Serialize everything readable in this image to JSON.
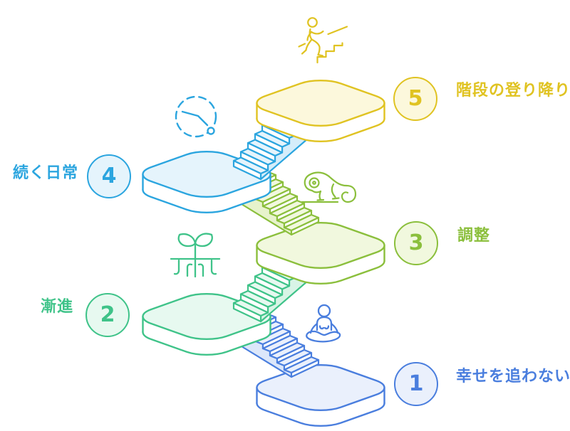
{
  "diagram": {
    "name": "zigzag-staircase-infographic",
    "steps": [
      {
        "number": "1",
        "label": "幸せを追わない",
        "icon": "meditating-person-icon",
        "color": "#4A7EDE",
        "fill_light": "#EAF0FC",
        "fill_mid": "#DCE7FA"
      },
      {
        "number": "2",
        "label": "漸進",
        "icon": "sprout-roots-icon",
        "color": "#3FC389",
        "fill_light": "#E7F9F0",
        "fill_mid": "#D8F4E6"
      },
      {
        "number": "3",
        "label": "調整",
        "icon": "chameleon-icon",
        "color": "#8BBF3C",
        "fill_light": "#F1F8DE",
        "fill_mid": "#E7F3CC"
      },
      {
        "number": "4",
        "label": "続く日常",
        "icon": "clock-icon",
        "color": "#2BA5DF",
        "fill_light": "#E5F4FC",
        "fill_mid": "#D5EDFA"
      },
      {
        "number": "5",
        "label": "階段の登り降り",
        "icon": "person-climbing-stairs-icon",
        "color": "#E0C322",
        "fill_light": "#FCF8DC",
        "fill_mid": "#F9F2C4"
      }
    ]
  }
}
